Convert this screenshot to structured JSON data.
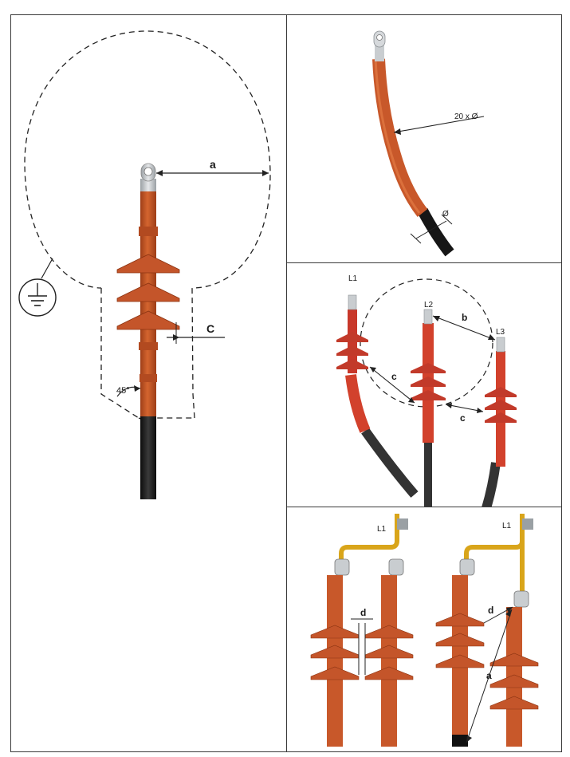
{
  "main_panel": {
    "label_a": "a",
    "label_c": "C",
    "label_angle": "45°"
  },
  "bend_panel": {
    "label_radius": "20 x Ø",
    "label_diameter": "Ø"
  },
  "phase_panel": {
    "label_l1": "L1",
    "label_l2": "L2",
    "label_l3": "L3",
    "label_b": "b",
    "label_c_left": "c",
    "label_c_right": "c"
  },
  "bracket_panel": {
    "label_l1_left": "L1",
    "label_l1_right": "L1",
    "label_d_left": "d",
    "label_d_right": "d",
    "label_a": "a"
  },
  "colors": {
    "insulator": "#c8582a",
    "insulator_dark": "#9e3e18",
    "red_insulator": "#d2412c",
    "cable": "#1b1b1b",
    "lug": "#c9cdd0",
    "busbar": "#d9a51a"
  }
}
